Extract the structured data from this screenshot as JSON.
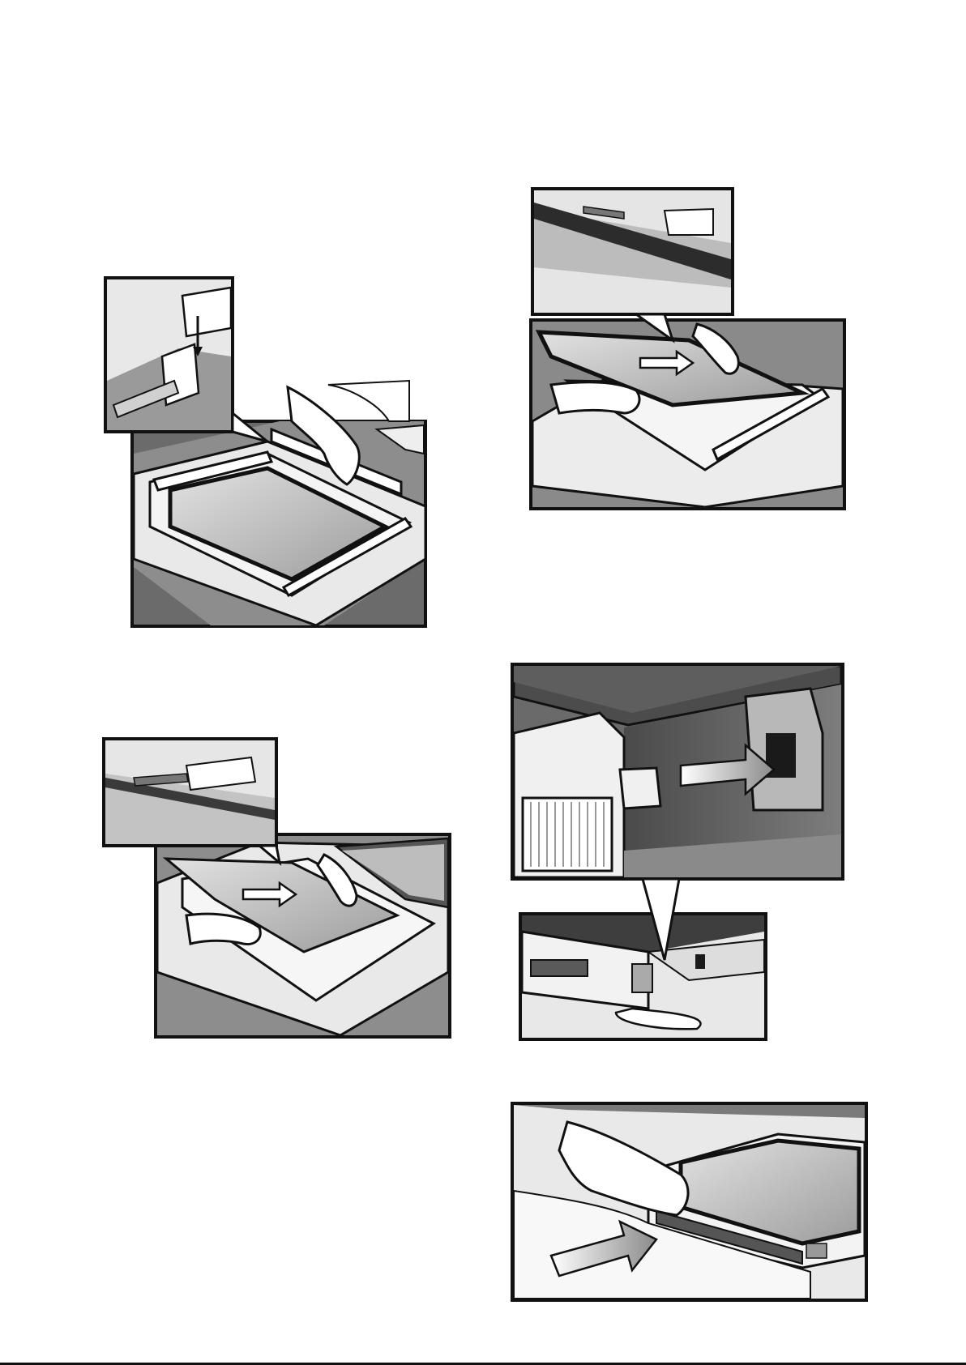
{
  "document": {
    "kind": "instruction-illustrations",
    "footer_mark": "",
    "figures": [
      {
        "id": "fig-top-left",
        "description_icon": "glass-panel-clip-fit-icon"
      },
      {
        "id": "fig-top-right",
        "description_icon": "glass-panel-slide-in-icon"
      },
      {
        "id": "fig-middle-left",
        "description_icon": "glass-panel-insert-icon"
      },
      {
        "id": "fig-middle-right",
        "description_icon": "hinge-slot-insert-icon"
      },
      {
        "id": "fig-bottom-right",
        "description_icon": "door-push-close-icon"
      }
    ]
  },
  "colors": {
    "ink": "#111111",
    "paper": "#ffffff",
    "grey_dark": "#5a5a5a",
    "grey_mid": "#9a9a9a",
    "grey_light": "#d4d4d4",
    "glass": "#bdbdbd"
  }
}
